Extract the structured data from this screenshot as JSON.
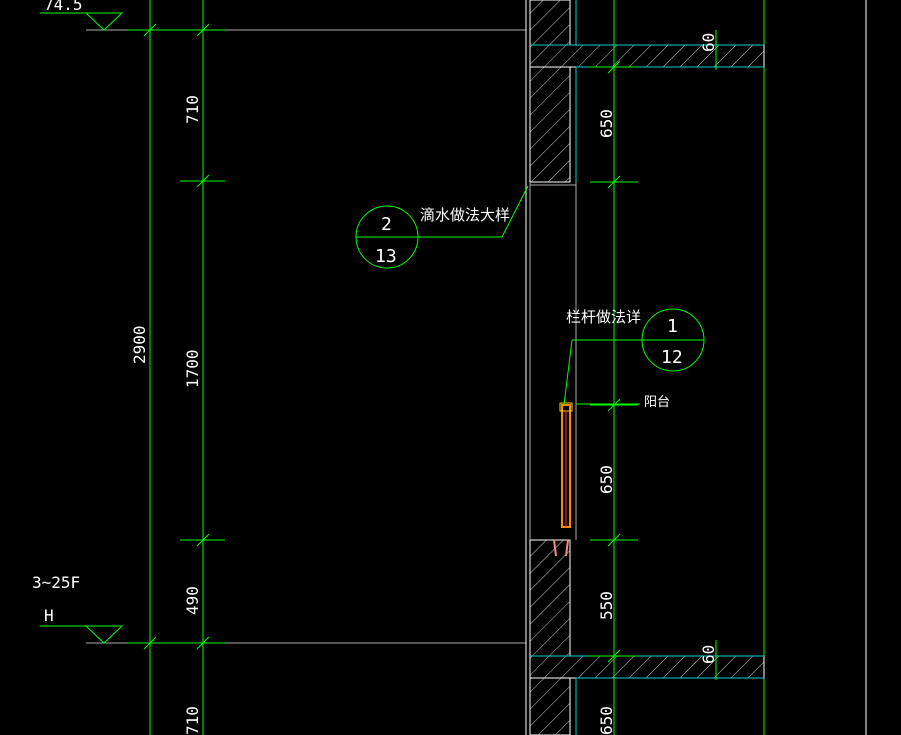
{
  "levels": {
    "top_elevation": "74.5",
    "floor_range": "3~25F",
    "h_mark": "H"
  },
  "dimensions": {
    "total": "2900",
    "seg_top": "710",
    "seg_mid": "1700",
    "seg_low": "490",
    "seg_bottom": "710",
    "wall_upper": "650",
    "wall_lower_a": "650",
    "wall_lower_b": "550",
    "wall_bottom": "650",
    "slab_top": "60",
    "slab_bottom": "60"
  },
  "callouts": {
    "drip_detail": {
      "label": "滴水做法大样",
      "top": "2",
      "bottom": "13"
    },
    "railing_detail": {
      "label": "栏杆做法详",
      "top": "1",
      "bottom": "12"
    },
    "balcony_note": "阳台"
  },
  "colors": {
    "background": "#000000",
    "dim_line": "#00ff00",
    "outline": "#ffffff",
    "slab": "#00cccc",
    "railing": "#ff8800",
    "leader": "#00ff00"
  }
}
